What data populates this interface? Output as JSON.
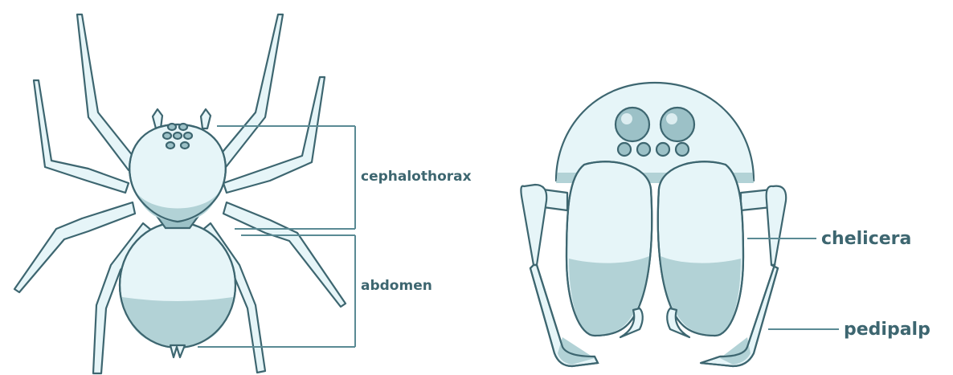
{
  "labels": {
    "cephalothorax": "cephalothorax",
    "abdomen": "abdomen",
    "chelicera": "chelicera",
    "pedipalp": "pedipalp"
  },
  "colors": {
    "outline": "#3d6670",
    "fill": "#e6f5f8",
    "shade": "#b2d2d6",
    "label_text": "#3d6670",
    "leader_line": "#5a8a94"
  }
}
